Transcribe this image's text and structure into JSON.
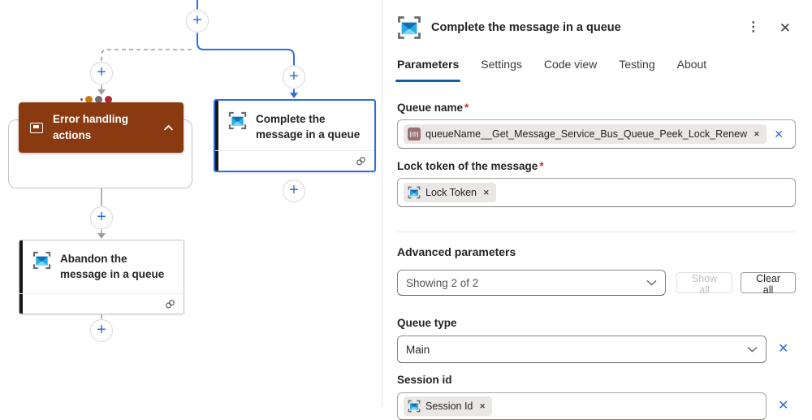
{
  "canvas": {
    "scope": {
      "label": "Error handling actions"
    },
    "complete_action": {
      "label": "Complete the message in a queue",
      "selected": true
    },
    "abandon_action": {
      "label": "Abandon the message in a queue",
      "selected": false
    },
    "status_dot_colors": [
      "#5a5a5a",
      "#c97b08",
      "#6f6f6f",
      "#b02b30"
    ]
  },
  "panel": {
    "title": "Complete the message in a queue",
    "tabs": [
      {
        "label": "Parameters",
        "active": true
      },
      {
        "label": "Settings",
        "active": false
      },
      {
        "label": "Code view",
        "active": false
      },
      {
        "label": "Testing",
        "active": false
      },
      {
        "label": "About",
        "active": false
      }
    ],
    "required_mark": "*",
    "queue_name": {
      "label": "Queue name",
      "token": "queueName__Get_Message_Service_Bus_Queue_Peek_Lock_Renew"
    },
    "lock_token": {
      "label": "Lock token of the message",
      "token": "Lock Token"
    },
    "advanced": {
      "label": "Advanced parameters",
      "selected_value": "Showing 2 of 2",
      "show_all": "Show all",
      "clear_all": "Clear all"
    },
    "queue_type": {
      "label": "Queue type",
      "value": "Main"
    },
    "session_id": {
      "label": "Session id",
      "token": "Session Id"
    }
  },
  "icons": {
    "plus": "+",
    "kebab": "⋮",
    "close": "✕",
    "token_dismiss": "✕",
    "clear_field": "✕",
    "param_glyph": "[@]"
  },
  "colors": {
    "accent_blue": "#2f6fdd",
    "tab_underline": "#115ea3",
    "scope_brown": "#8a3a10",
    "status_orange": "#c97b08",
    "status_gray": "#6f6f6f",
    "status_red": "#b02b30",
    "required_red": "#bc2f32",
    "token_bg": "#ebe7e6"
  }
}
